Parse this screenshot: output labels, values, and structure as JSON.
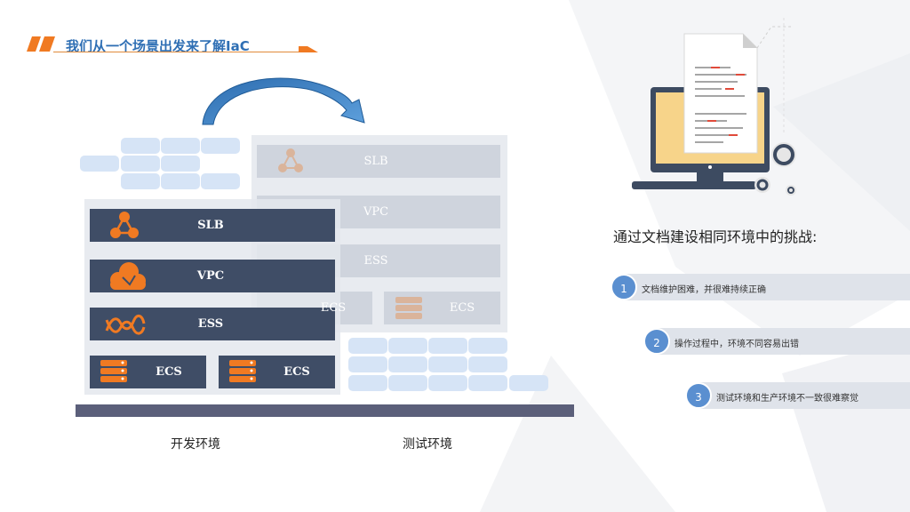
{
  "title": "我们从一个场景出发来了解IaC",
  "dev_env": {
    "caption": "开发环境",
    "layers": [
      "SLB",
      "VPC",
      "ESS"
    ],
    "ecs": [
      "ECS",
      "ECS"
    ]
  },
  "test_env": {
    "caption": "测试环境",
    "layers": [
      "SLB",
      "VPC",
      "ESS"
    ],
    "ecs": [
      "ECS",
      "ECS"
    ]
  },
  "challenges": {
    "title": "通过文档建设相同环境中的挑战:",
    "items": [
      {
        "num": "1",
        "text": "文档维护困难，并很难持续正确"
      },
      {
        "num": "2",
        "text": "操作过程中，环境不同容易出错"
      },
      {
        "num": "3",
        "text": "测试环境和生产环境不一致很难察觉"
      }
    ]
  },
  "icons": [
    "slb-icon",
    "cloud-icon",
    "wave-icon",
    "server-icon",
    "computer-document-icon",
    "gear-icon"
  ],
  "colors": {
    "accent": "#f07a22",
    "dark_layer": "#3f4d66",
    "title": "#2f6fb4",
    "circle": "#5a8fd0"
  }
}
